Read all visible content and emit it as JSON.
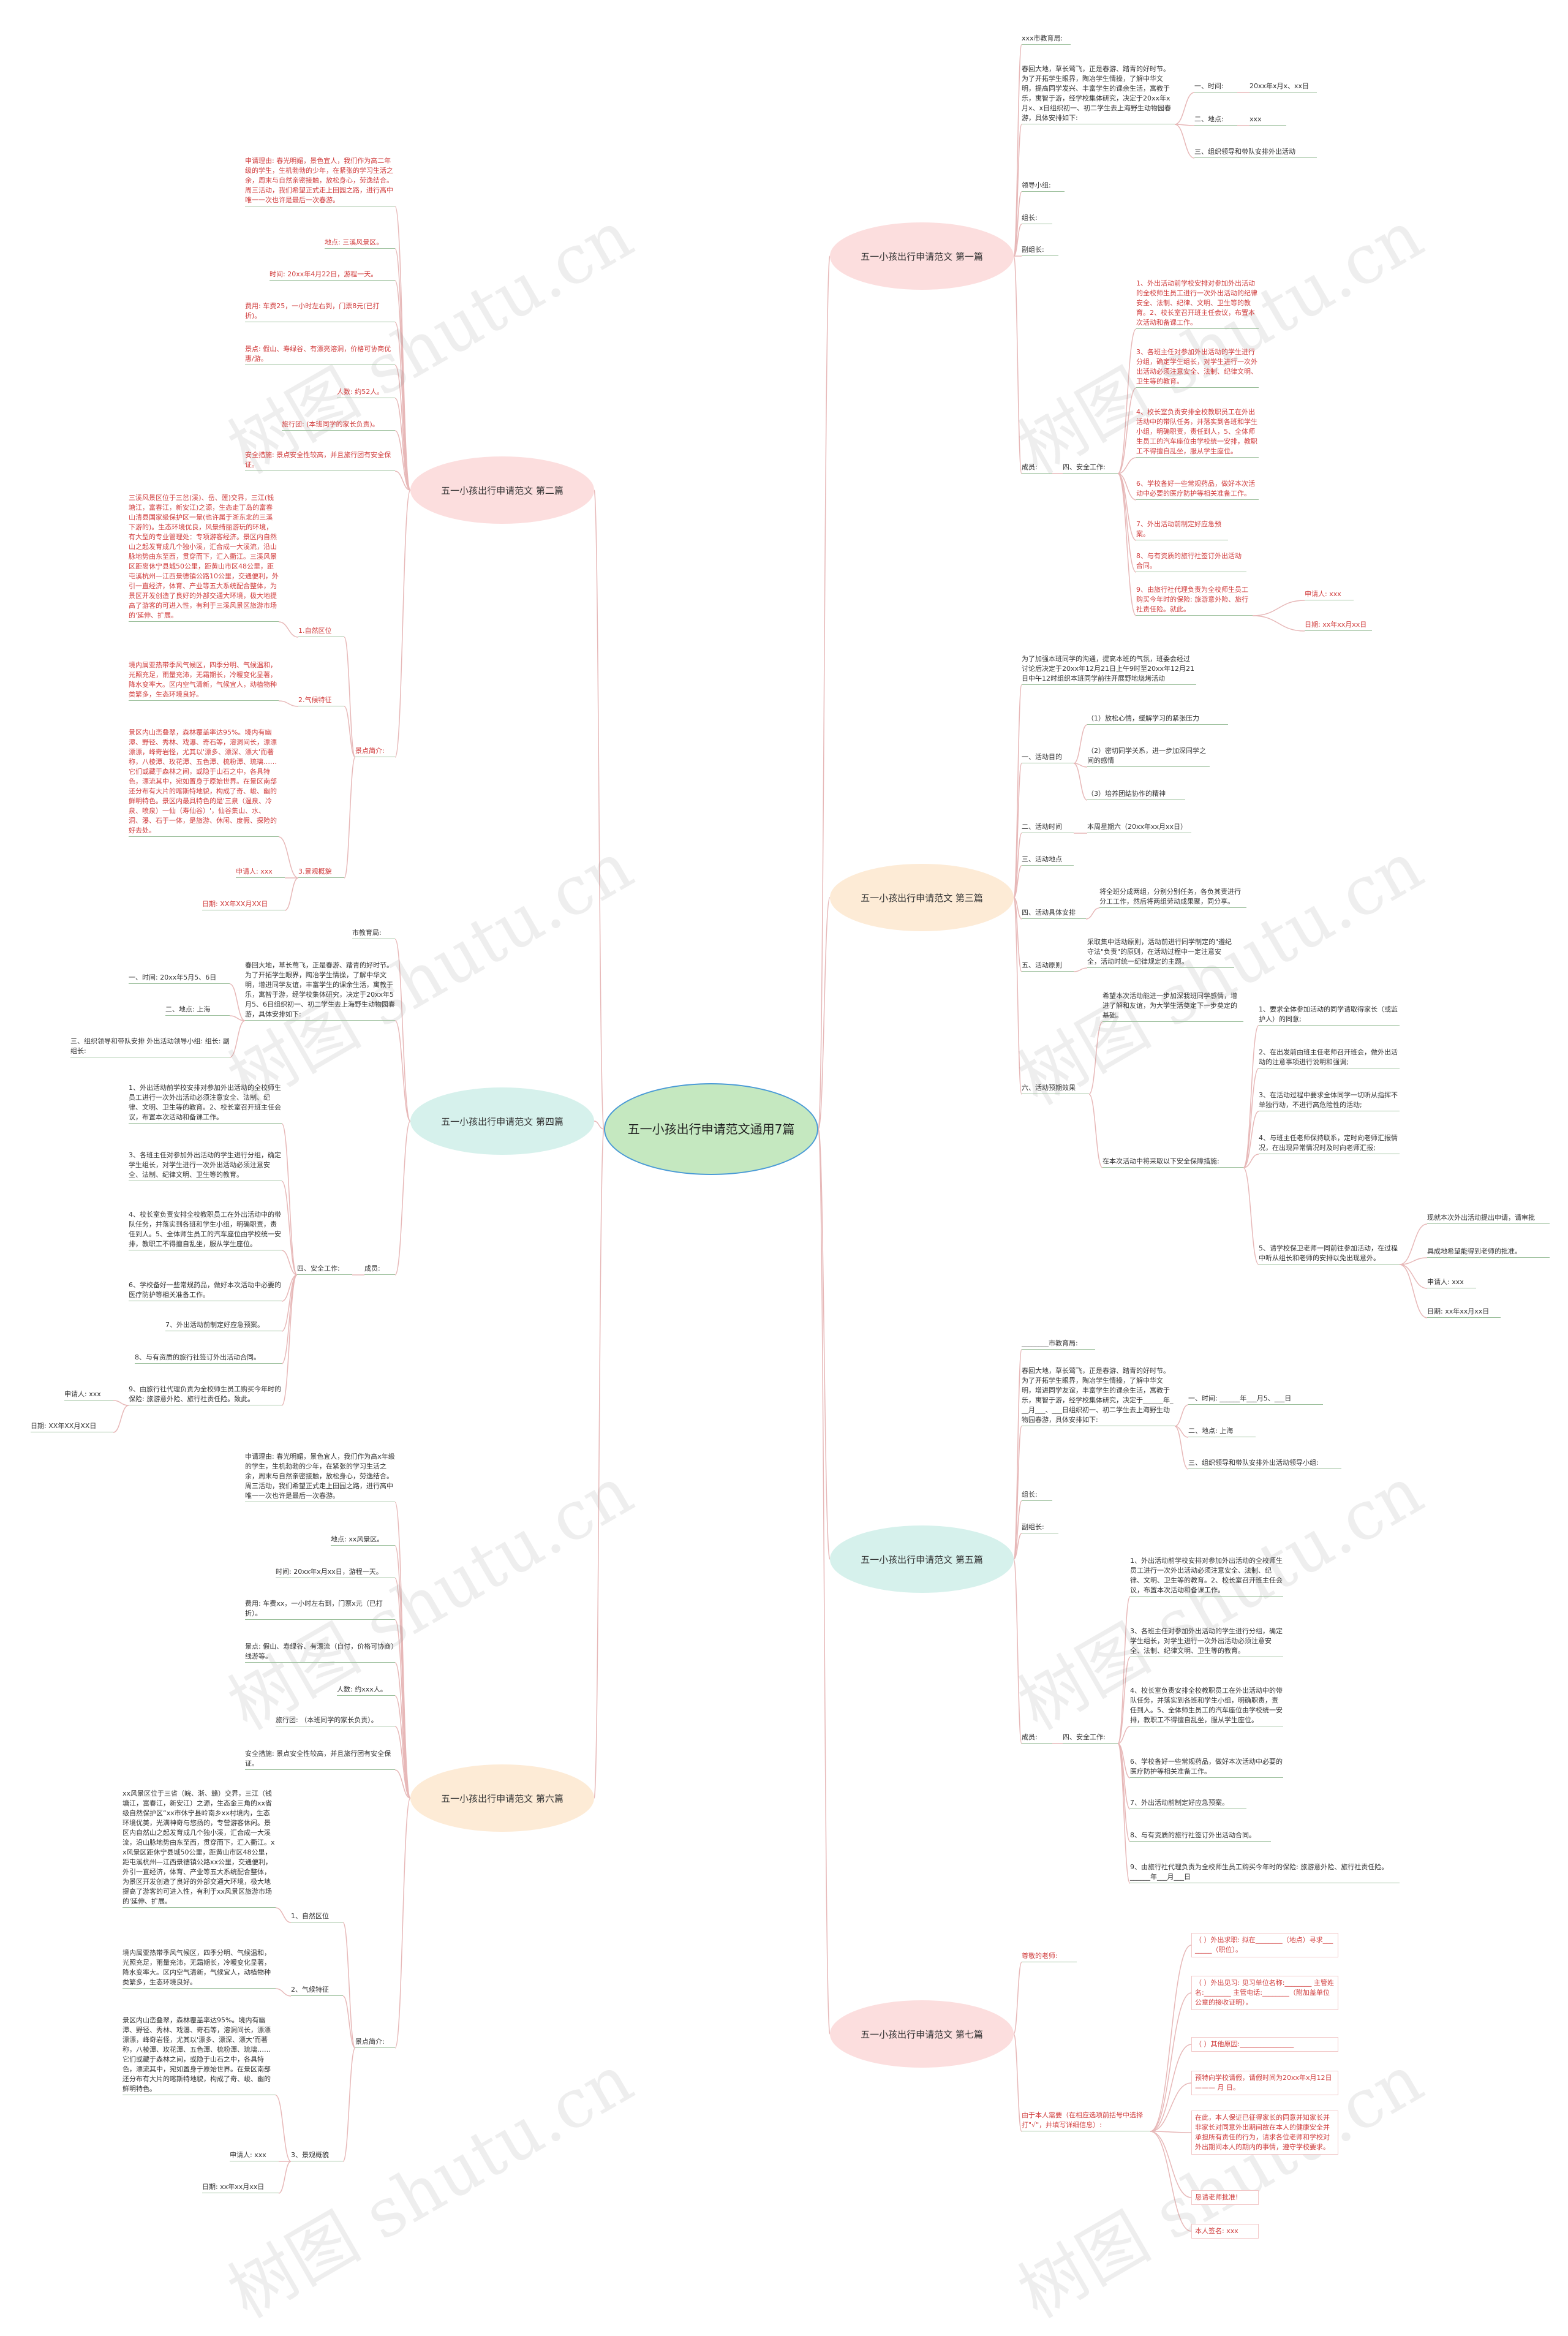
{
  "center": "五一小孩出行申请范文通用7篇",
  "watermark": "树图 shutu.cn",
  "colors": {
    "center_fill": "#c5e8c0",
    "center_border": "#4a9ad6",
    "branch_pink": "#fcdede",
    "branch_cream": "#fdebd6",
    "branch_mint": "#d6f1ec",
    "red_text": "#d03c3c",
    "line": "#e7b8b8"
  },
  "branches": [
    {
      "label": "五一小孩出行申请范文 第一篇",
      "side": "right",
      "color": "pink"
    },
    {
      "label": "五一小孩出行申请范文 第二篇",
      "side": "left",
      "color": "pink"
    },
    {
      "label": "五一小孩出行申请范文 第三篇",
      "side": "right",
      "color": "cream"
    },
    {
      "label": "五一小孩出行申请范文 第四篇",
      "side": "left",
      "color": "mint"
    },
    {
      "label": "五一小孩出行申请范文 第五篇",
      "side": "right",
      "color": "mint"
    },
    {
      "label": "五一小孩出行申请范文 第六篇",
      "side": "left",
      "color": "cream"
    },
    {
      "label": "五一小孩出行申请范文 第七篇",
      "side": "right",
      "color": "pink"
    }
  ],
  "p1": {
    "n0": "xxx市教育局:",
    "n1": "春回大地，草长莺飞，正是春游、踏青的好时节。为了开拓学生眼界，陶冶学生情操，了解中华文明，提高同学发兴、丰富学生的课余生活，寓教于乐，寓智于游，经学校集体研究，决定于20xx年x月x、x日组织初一、初二学生去上海野生动物园春游，具体安排如下:",
    "n2": "一、时间:",
    "n2v": "20xx年x月x、xx日",
    "n3": "二、地点:",
    "n3v": "xxx",
    "n4": "三、组织领导和带队安排外出活动",
    "n5": "领导小组:",
    "n6": "组长:",
    "n7": "副组长:",
    "n8": "成员:",
    "n9": "四、安全工作:",
    "s1": "1、外出活动前学校安排对参加外出活动的全校师生员工进行一次外出活动的纪律安全、法制、纪律、文明、卫生等的教育。2、校长室召开班主任会议，布置本次活动和备课工作。",
    "s2": "3、各班主任对参加外出活动的学生进行分组，确定学生组长，对学生进行一次外出活动必须注意安全、法制、纪律文明、卫生等的教育。",
    "s3": "4、校长室负责安排全校教职员工在外出活动中的带队任务，并落实到各班和学生小组，明确职责，责任到人，5、全体师生员工的汽车座位由学校统一安排，教职工不得擅自乱坐，服从学生座位。",
    "s4": "6、学校备好一些常规药品，做好本次活动中必要的医疗防护等相关准备工作。",
    "s5": "7、外出活动前制定好应急预案。",
    "s6": "8、与有资质的旅行社签订外出活动合同。",
    "s7": "9、由旅行社代理负责为全校师生员工购买今年时的保险: 旅游意外险、旅行社责任险。就此。",
    "s8": "申请人: xxx",
    "s9": "日期: xx年xx月xx日"
  },
  "p2": {
    "a1": "申请理由: 春光明媚，景色宜人，我们作为高二年级的学生，生机勃勃的少年，在紧张的学习生活之余，周末与自然亲密接触，放松身心，劳逸结合。周三活动，我们希望正式走上田园之路，进行高中唯一一次也许是最后一次春游。",
    "a2": "地点: 三溪风景区。",
    "a3": "时间: 20xx年4月22日，游程一天。",
    "a4": "费用: 车费25，一小时左右到，门票8元(已打折)。",
    "a5": "景点: 假山、寿绿谷、有漂亮溶洞，价格可协商优惠/游。",
    "a6": "人数: 约52人。",
    "a7": "旅行团: (本班同学的家长负责)。",
    "a8": "安全措施: 景点安全性较高，并且旅行团有安全保证。",
    "b_group": "景点简介:",
    "b1_label": "1.自然区位",
    "b1": "三溪风景区位于三岔(溪)、岳、莲)交界，三江(钱塘江，富春江，新安江)之源，生态走丁岛的富春山清县国家级保护区一景(也许属于浙东北的三溪下游的)。生态环境优良，风景绮丽游玩的环境，有大型的专业管理处：专项游客经济。景区内自然山之起发育成几个独小溪，汇合成一大溪流，沿山脉地势由东至西，贯穿而下，汇入衢江。三溪风景区距离休宁县城50公里，距黄山市区48公里，距屯溪杭州—江西景德镇公路10公里，交通便利，外引一直经济，体育、产业等五大系统配合整体，为景区开发创造了良好的外部交通大环境，极大地提高了游客的可进入性，有利于三溪风景区旅游市场的'延伸、扩展。",
    "b2_label": "2.气候特征",
    "b2": "境内属亚热带季风气候区，四季分明、气候温和，光照充足，雨量充沛，无霜期长，冷暖变化显著，降水变率大。区内空气清新，气候宜人，动植物种类繁多，生态环境良好。",
    "b3_label": "3.景观概貌",
    "b3": "景区内山峦叠翠，森林覆盖率达95%。境内有幽潭、野径、秀林、戏瀑、奇石等，溶洞间长，漂漂漂漂，峰奇岩怪，尤其以'漂多、漂深、漂大'而著称，八棱潭、玫花潭、五色潭、梳粉潭、琉璃……它们或藏于森林之间，或隐于山石之中，各具特色，漂流其中，宛如置身于原始世界。在景区南部还分布有大片的喀斯特地貌，构成了奇、峻、幽的鲜明特色。景区内最具特色的是'三泉（温泉、冷泉、喷泉）一仙（寿仙谷）'，仙谷集山、水、洞、瀑、石于一体，是旅游、休闲、度假、探险的好去处。",
    "b4": "申请人: xxx",
    "b5": "日期: XX年XX月XX日"
  },
  "p3": {
    "intro": "为了加强本班同学的沟通，提高本班的气氛，班委会经过讨论后决定于20xx年12月21日上午9时至20xx年12月21日中午12时组织本班同学前往开展野地烧烤活动",
    "g1": "一、活动目的",
    "g1a": "（1）放松心情，缓解学习的紧张压力",
    "g1b": "（2）密切同学关系，进一步加深同学之间的感情",
    "g1c": "（3）培养团结协作的精神",
    "g2": "二、活动时间",
    "g2v": "本周星期六（20xx年xx月xx日）",
    "g3": "三、活动地点",
    "g4": "四、活动具体安排",
    "g4v": "将全班分成两组，分别分别任务，各负其责进行分工工作，然后将两组劳动成果聚，同分享。",
    "g5": "五、活动原则",
    "g5v": "采取集中活动原则，活动前进行同学制定的\"遵纪守法\"负责\"的原则，在活动过程中一定注意安全，活动时统一纪律规定的主题。",
    "g6": "六、活动预期效果",
    "g6v": "希望本次活动能进一步加深我班同学感情，增进了解和友谊，为大学生活奠定下一步奠定的基础。",
    "g7": "在本次活动中将采取以下安全保障措施:",
    "g7a": "1、要求全体参加活动的同学请取得家长（或监护人）的同意;",
    "g7b": "2、在出发前由班主任老师召开班会，做外出活动的注意事项进行说明和强调;",
    "g7c": "3、在活动过程中要求全体同学一切听从指挥不单独行动，不进行高危险性的活动;",
    "g7d": "4、与班主任老师保持联系，定时向老师汇报情况，在出现异常情况时及时向老师汇报;",
    "g7e": "5、请学校保卫老师一同前往参加活动，在过程中听从组长和老师的安排以免出现意外。",
    "g8a": "现就本次外出活动提出申请，请审批",
    "g8b": "具成地希望能得到老师的批准。",
    "g8c": "申请人: xxx",
    "g8d": "日期: xx年xx月xx日"
  },
  "p4": {
    "h0": "市教育局:",
    "h1": "春回大地，草长莺飞，正是春游、踏青的好时节。为了开拓学生眼界，陶冶学生情操，了解中华文明，增进同学友谊，丰富学生的课余生活，寓教于乐，寓智于游，经学校集体研究，决定于20xx年5月5、6日组织初一、初二学生去上海野生动物园春游，具体安排如下:",
    "h2": "一、时间: 20xx年5月5、6日",
    "h3": "二、地点: 上海",
    "h4": "三、组织领导和带队安排 外出活动领导小组: 组长: 副组长:",
    "h5": "成员:",
    "h6": "四、安全工作:",
    "s1": "1、外出活动前学校安排对参加外出活动的全校师生员工进行一次外出活动必须注意安全、法制、纪律、文明、卫生等的教育。2、校长室召开班主任会议，布置本次活动和备课工作。",
    "s2": "3、各班主任对参加外出活动的学生进行分组，确定学生组长，对学生进行一次外出活动必须注意安全、法制、纪律文明、卫生等的教育。",
    "s3": "4、校长室负责安排全校教职员工在外出活动中的带队任务，并落实到各班和学生小组，明确职责，责任到人。5、全体师生员工的汽车座位由学校统一安排，教职工不得擅自乱坐，服从学生座位。",
    "s4": "6、学校备好一些常规药品，做好本次活动中必要的医疗防护等相关准备工作。",
    "s5": "7、外出活动前制定好应急预案。",
    "s6": "8、与有资质的旅行社签订外出活动合同。",
    "s7": "9、由旅行社代理负责为全校师生员工购买今年时的保险: 旅游意外险、旅行社责任险。致此。",
    "s8": "申请人: xxx",
    "s9": "日期: XX年XX月XX日"
  },
  "p5": {
    "h0": "________市教育局:",
    "h1": "春回大地，草长莺飞，正是春游、踏青的好时节。为了开拓学生眼界，陶冶学生情操，了解中华文明，增进同学友谊，丰富学生的课余生活，寓教于乐，寓智于游，经学校集体研究，决定于______年___月___、___日组织初一、初二学生去上海野生动物园春游，具体安排如下:",
    "h2": "一、时间: ______年___月5、___日",
    "h3": "二、地点: 上海",
    "h4": "三、组织领导和带队安排外出活动领导小组:",
    "h5": "组长:",
    "h6": "副组长:",
    "h7": "成员:",
    "h8": "四、安全工作:",
    "s1": "1、外出活动前学校安排对参加外出活动的全校师生员工进行一次外出活动必须注意安全、法制、纪律、文明、卫生等的教育。2、校长室召开班主任会议，布置本次活动和备课工作。",
    "s2": "3、各班主任对参加外出活动的学生进行分组，确定学生组长，对学生进行一次外出活动必须注意安全、法制、纪律文明、卫生等的教育。",
    "s3": "4、校长室负责安排全校教职员工在外出活动中的带队任务，并落实到各班和学生小组，明确职责，责任到人。5、全体师生员工的汽车座位由学校统一安排，教职工不得擅自乱坐，服从学生座位。",
    "s4": "6、学校备好一些常规药品，做好本次活动中必要的医疗防护等相关准备工作。",
    "s5": "7、外出活动前制定好应急预案。",
    "s6": "8、与有资质的旅行社签订外出活动合同。",
    "s7": "9、由旅行社代理负责为全校师生员工购买今年时的保险: 旅游意外险、旅行社责任险。          ______年___月___日"
  },
  "p6": {
    "a1": "申请理由: 春光明媚，景色宜人，我们作为高x年级的学生，生机勃勃的少年，在紧张的学习生活之余，周末与自然亲密接触，放松身心，劳逸结合。周三活动，我们希望正式走上田园之路，进行高中唯一一次也许是最后一次春游。",
    "a2": "地点: xx风景区。",
    "a3": "时间: 20xx年x月xx日，游程一天。",
    "a4": "费用: 车费xx，一小时左右到，门票x元（已打折）。",
    "a5": "景点: 假山、寿绿谷、有漂流（自付，价格可协商）线游等。",
    "a6": "人数: 约xxx人。",
    "a7": "旅行团: （本班同学的家长负责）。",
    "a8": "安全措施: 景点安全性较高，并且旅行团有安全保证。",
    "b_group": "景点简介:",
    "b1_label": "1、自然区位",
    "b1": "xx风景区位于三省（皖、浙、赣）交界，三江（钱塘江，富春江，新安江）之源，生态金三角的xx省级自然保护区“xx市休宁县岭南乡xx村境内，生态环境优美，光满神奇与悠扬的，专营游客休闲。景区内自然山之起发育成几个独小溪，汇合成一大溪流，沿山脉地势由东至西，贯穿而下，汇入衢江。xx风景区距休宁县城50公里，距黄山市区48公里，距屯溪杭州—江西景德镇公路xx公里，交通便利，外引一直经济，体育、产业等五大系统配合整体，为景区开发创造了良好的外部交通大环境，极大地提高了游客的可进入性，有利于xx风景区旅游市场的'延伸、扩展。",
    "b2_label": "2、气候特征",
    "b2": "境内属亚热带季风气候区，四季分明、气候温和，光照充足，雨量充沛，无霜期长，冷暖变化显著，降水变率大。区内空气清新，气候宜人，动植物种类繁多，生态环境良好。",
    "b3_label": "3、景观概貌",
    "b3": "景区内山峦叠翠，森林覆盖率达95%。境内有幽潭、野径、秀林、戏瀑、奇石等，溶洞间长，漂漂漂漂，峰奇岩怪，尤其以'漂多、漂深、漂大'而著称，八棱潭、玫花潭、五色潭、梳粉潭、琉璃……它们或藏于森林之间，或隐于山石之中，各具特色，漂流其中，宛如置身于原始世界。在景区南部还分布有大片的喀斯特地貌，构成了奇、峻、幽的鲜明特色。",
    "b4": "申请人: xxx",
    "b5": "日期: xx年xx月xx日"
  },
  "p7": {
    "h0": "尊敬的老师:",
    "h1": "由于本人需要（在相应选项前括号中选择打\"√\"，并填写详细信息）:",
    "o1": "（ ）外出求职: 拟在________（地点）寻求________（职位）。",
    "o2": "（ ）外出见习: 见习单位名称:________ 主管姓名:________ 主管电话:________（附加盖单位公章的接收证明）。",
    "o3": "（ ）其他原因:________________",
    "o4": "预特向学校请假，请假时间为20xx年x月12日——— 月 日。",
    "o5": "在此，本人保证已征得家长的同意并知家长并非家长对同意外出期间故在本人的健康安全并承担所有责任的行为，请求各位老师和学校对外出期间本人的期内的事情，遵守学校要求。",
    "o6": "恳请老师批准!",
    "o7": "本人签名: xxx"
  }
}
